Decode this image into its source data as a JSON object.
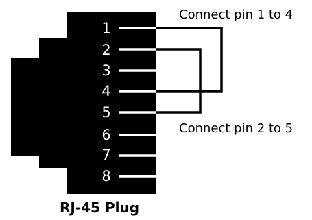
{
  "caption": "RJ-45 Plug",
  "annotations": {
    "top": "Connect pin 1 to 4",
    "bottom": "Connect pin 2 to 5"
  },
  "pins": [
    "1",
    "2",
    "3",
    "4",
    "5",
    "6",
    "7",
    "8"
  ],
  "colors": {
    "plug": "#000000",
    "pin_lines": "#ffffff",
    "jumpers": "#000000",
    "background": "#ffffff"
  }
}
